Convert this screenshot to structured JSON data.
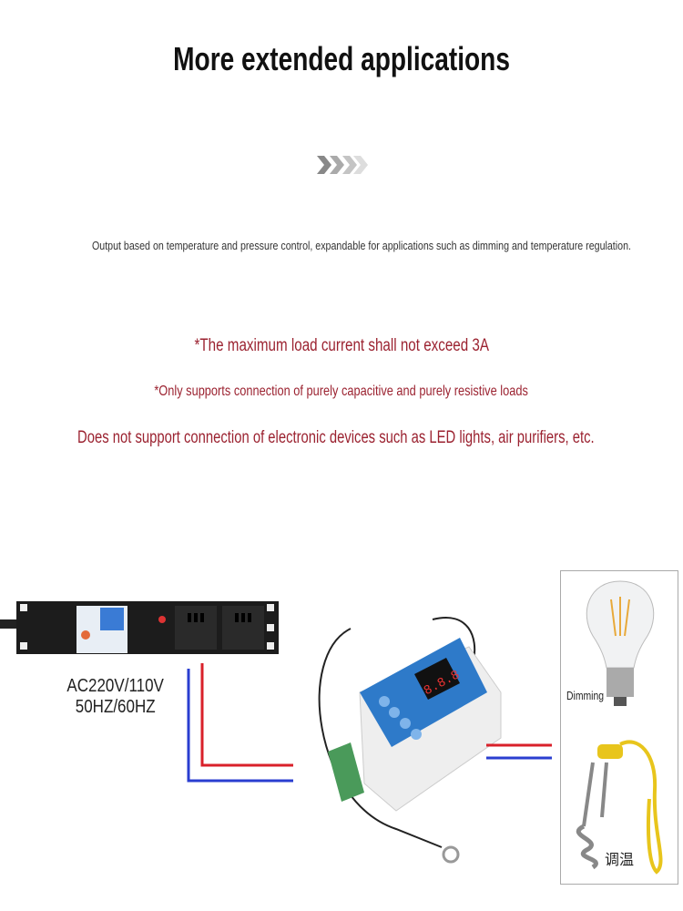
{
  "title": "More extended applications",
  "description": "Output based on temperature and pressure control, expandable for applications such as dimming and temperature regulation.",
  "warnings": [
    "*The maximum load current shall not exceed 3A",
    "*Only supports connection of purely capacitive and purely resistive loads",
    "Does not support connection of electronic devices such as LED lights, air purifiers, etc."
  ],
  "diagram": {
    "power_label_line1": "AC220V/110V",
    "power_label_line2": "50HZ/60HZ",
    "load_dimming_label": "Dimming",
    "load_heater_label": "调温",
    "controller_display": "8.8.8",
    "wire_colors": {
      "live": "#d9202a",
      "neutral": "#2a3ed0"
    }
  }
}
